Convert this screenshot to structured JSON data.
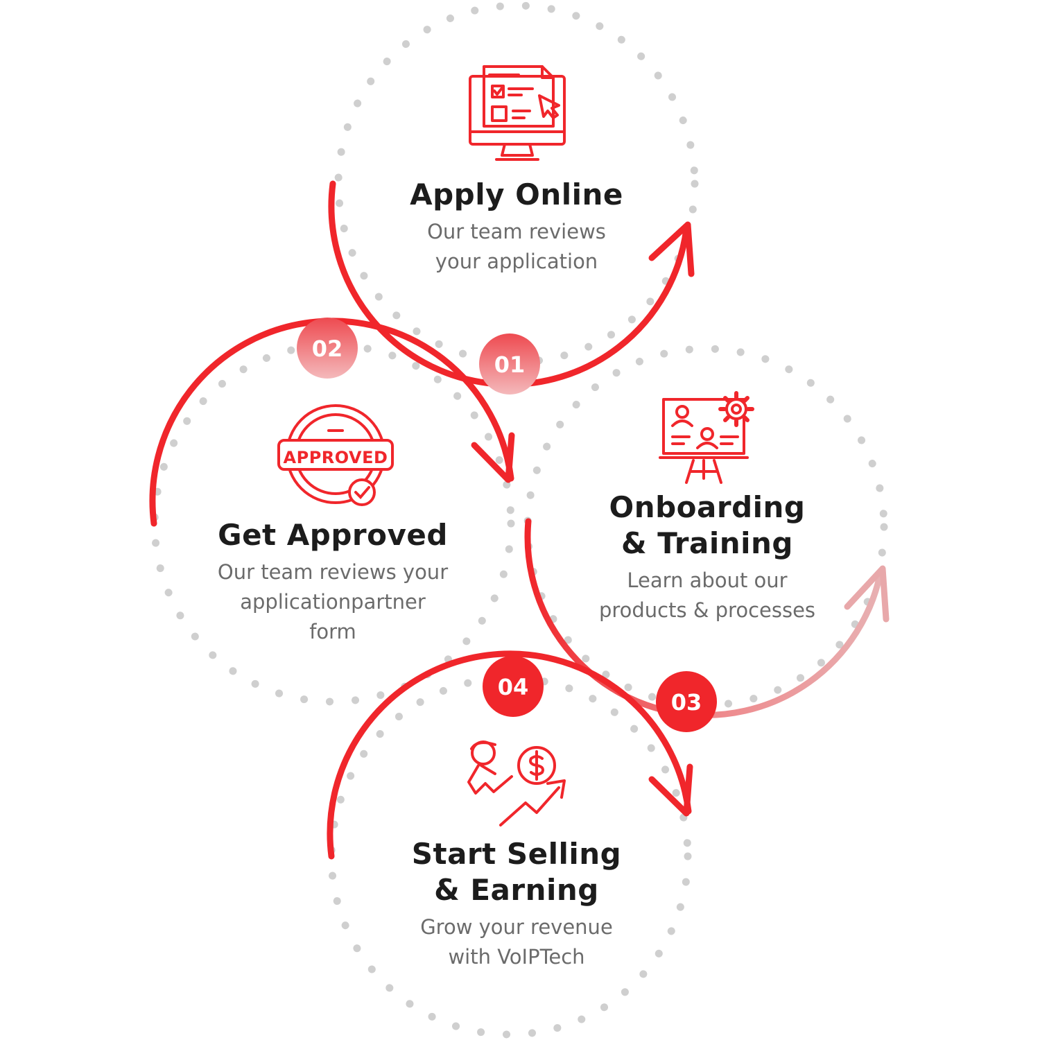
{
  "accent": "#f0262b",
  "accent_light": "#e8a3a5",
  "dot_color": "#cfcfcf",
  "steps": [
    {
      "number": "01",
      "title_lines": [
        "Apply Online"
      ],
      "desc_lines": [
        "Our team reviews",
        "your application"
      ],
      "icon": "online-application-monitor-icon"
    },
    {
      "number": "02",
      "title_lines": [
        "Get Approved"
      ],
      "desc_lines": [
        "Our team reviews your",
        "applicationpartner",
        "form"
      ],
      "icon": "approved-stamp-icon"
    },
    {
      "number": "03",
      "title_lines": [
        "Onboarding",
        "& Training"
      ],
      "desc_lines": [
        "Learn about our",
        "products & processes"
      ],
      "icon": "training-presentation-icon"
    },
    {
      "number": "04",
      "title_lines": [
        "Start Selling",
        "& Earning"
      ],
      "desc_lines": [
        "Grow your revenue",
        "with VoIPTech"
      ],
      "icon": "revenue-growth-icon"
    }
  ],
  "stamp_text": "APPROVED"
}
